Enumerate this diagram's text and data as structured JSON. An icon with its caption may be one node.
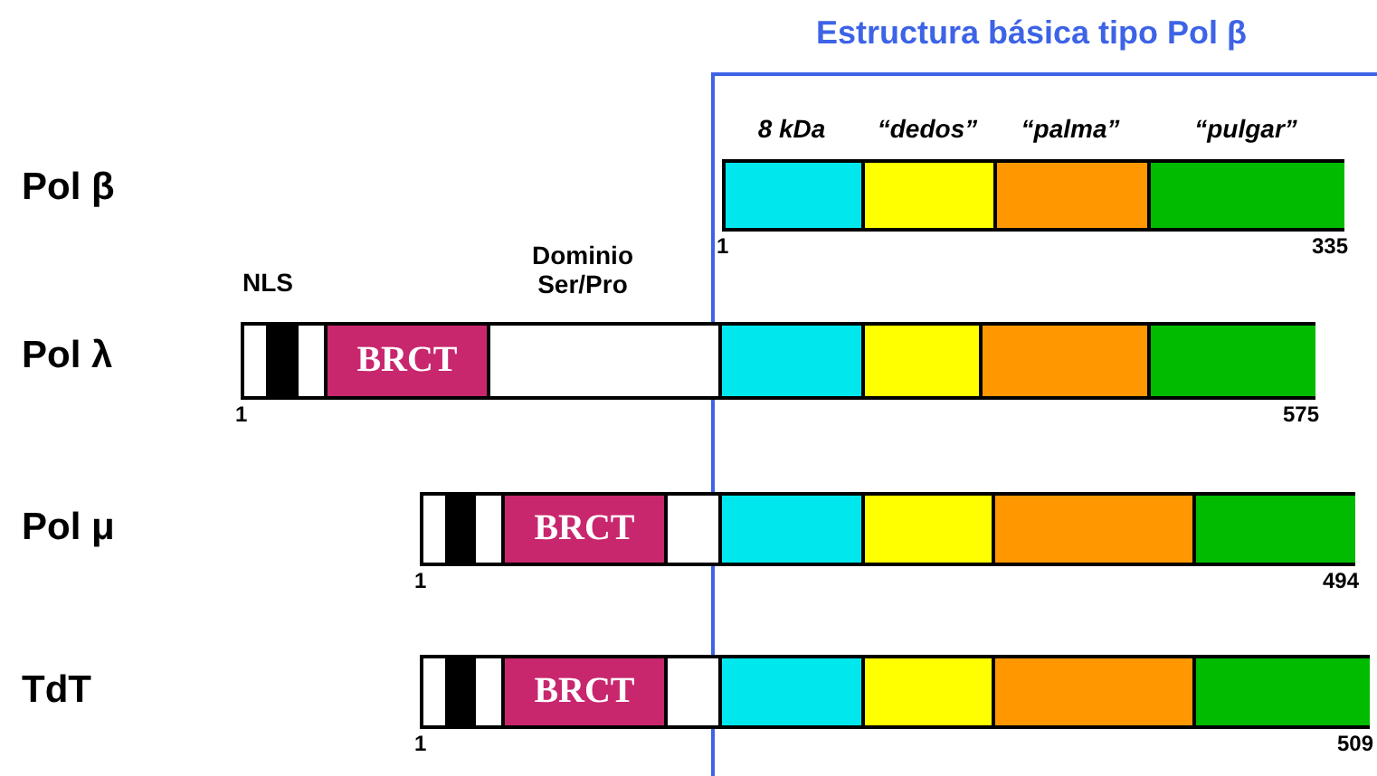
{
  "diagram": {
    "title": "Estructura básica tipo Pol β",
    "nodes": [
      {
        "text": [],
        "shape": "bar",
        "beside": [
          "1",
          "335"
        ]
      },
      {
        "text": [],
        "shape": "box",
        "in": 0,
        "beside": [
          "8 kDa"
        ]
      },
      {
        "text": [],
        "shape": "box",
        "in": 0,
        "beside": [
          "“dedos”"
        ]
      },
      {
        "text": [],
        "shape": "box",
        "in": 0,
        "beside": [
          "“palma”"
        ]
      },
      {
        "text": [],
        "shape": "box",
        "in": 0,
        "beside": [
          "“pulgar”"
        ]
      },
      {
        "text": [],
        "shape": "bar",
        "beside": [
          "1",
          "575"
        ]
      },
      {
        "text": [],
        "shape": "box",
        "in": 5
      },
      {
        "text": [
          "BRCT"
        ],
        "in": 5
      },
      {
        "text": [],
        "shape": "box",
        "in": 5
      },
      {
        "text": [],
        "shape": "box",
        "in": 5
      },
      {
        "text": [],
        "shape": "box",
        "in": 5
      },
      {
        "text": [],
        "shape": "box",
        "in": 5
      },
      {
        "text": [],
        "shape": "bar",
        "beside": [
          "1",
          "494"
        ]
      },
      {
        "text": [],
        "shape": "box",
        "in": 12
      },
      {
        "text": [
          "BRCT"
        ],
        "in": 12
      },
      {
        "text": [],
        "shape": "box",
        "in": 12
      },
      {
        "text": [],
        "shape": "box",
        "in": 12
      },
      {
        "text": [],
        "shape": "box",
        "in": 12
      },
      {
        "text": [],
        "shape": "box",
        "in": 12
      },
      {
        "text": [],
        "shape": "bar",
        "beside": [
          "1",
          "509"
        ]
      },
      {
        "text": [],
        "shape": "box",
        "in": 19
      },
      {
        "text": [
          "BRCT"
        ],
        "in": 19
      },
      {
        "text": [],
        "shape": "box",
        "in": 19
      },
      {
        "text": [],
        "shape": "box",
        "in": 19
      },
      {
        "text": [],
        "shape": "box",
        "in": 19
      },
      {
        "text": [],
        "shape": "box",
        "in": 19
      }
    ],
    "labels": [
      "Pol β",
      "Dominio Ser/Pro",
      "NLS",
      "Pol λ",
      "Pol μ",
      "TdT"
    ]
  }
}
